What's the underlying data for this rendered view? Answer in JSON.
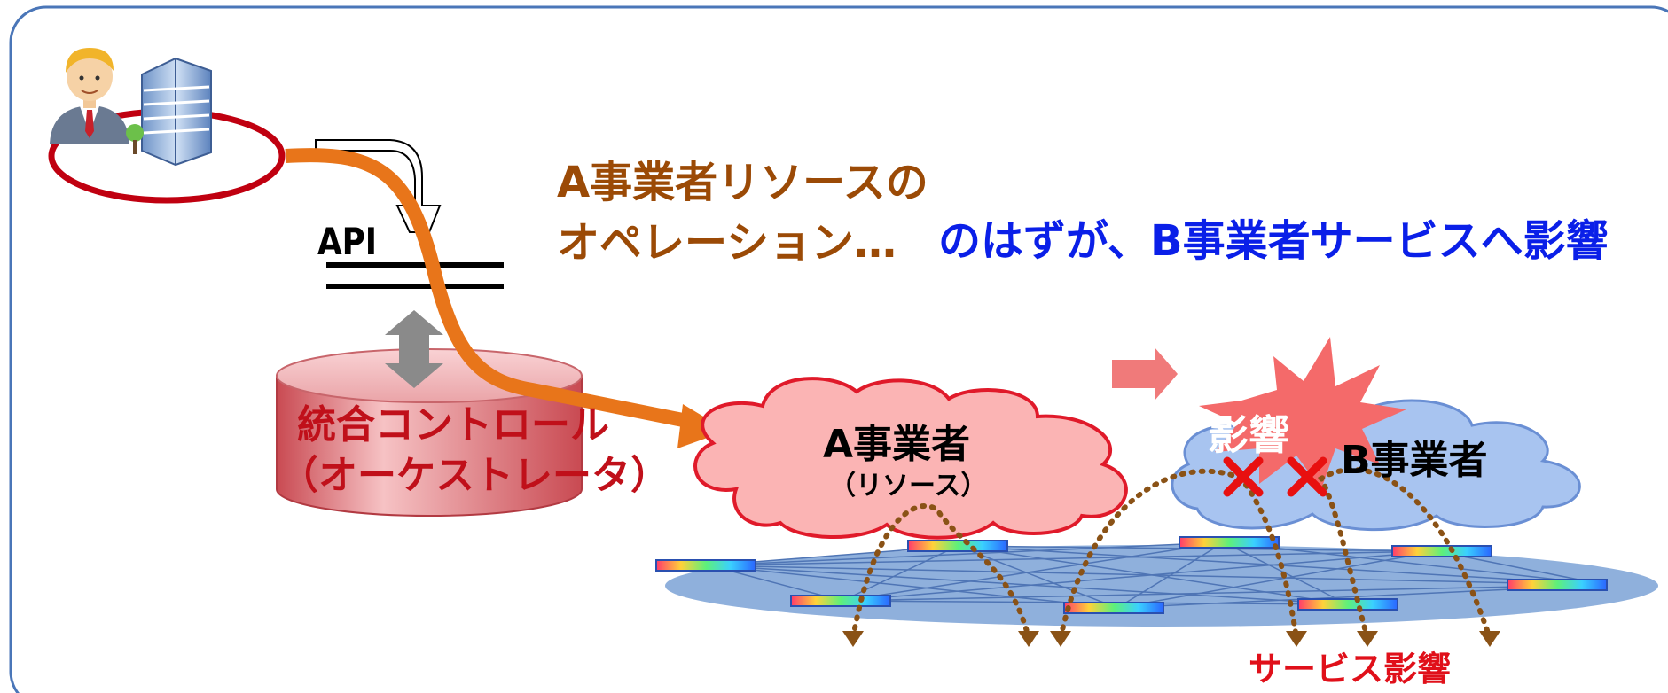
{
  "labels": {
    "api": "API",
    "operation_line1": "A事業者リソースの",
    "operation_line2": "オペレーション…",
    "impact_on_b": "のはずが、B事業者サービスへ影響",
    "orchestrator_line1": "統合コントロール",
    "orchestrator_line2": "（オーケストレータ）",
    "operator_a_name": "A事業者",
    "operator_a_sub": "（リソース）",
    "operator_b_name": "B事業者",
    "burst_label": "影響",
    "service_impact": "サービス影響"
  },
  "colors": {
    "frame": "#4a76b8",
    "operation_text": "#9b4a06",
    "impact_text": "#0a1fe8",
    "orchestrator_text": "#c0101a",
    "service_impact_text": "#e0101a",
    "user_ellipse": "#c00010",
    "flow_arrow": "#e8751a",
    "cloud_a_fill": "#f8aaaa",
    "cloud_b_fill": "#a8c4f0",
    "burst_fill": "#f46a6a",
    "network_plane": "#8fb0dc",
    "dotted_arrows": "#8a5216",
    "cross_mark": "#e81010"
  },
  "icons": [
    "business-user-icon",
    "office-building-icon",
    "bidirectional-arrow-icon",
    "cross-icon",
    "network-node-icon"
  ]
}
